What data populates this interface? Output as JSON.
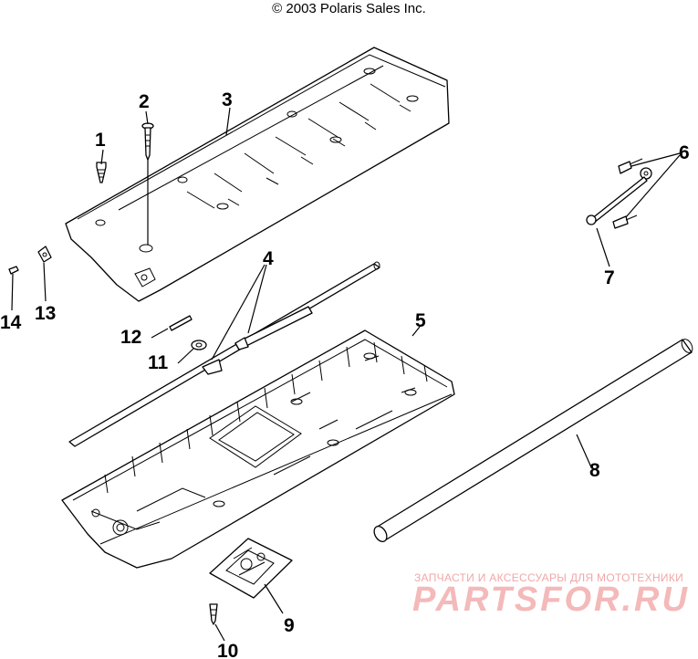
{
  "copyright": "© 2003 Polaris Sales Inc.",
  "callouts": [
    "1",
    "2",
    "3",
    "4",
    "5",
    "6",
    "7",
    "8",
    "9",
    "10",
    "11",
    "12",
    "13",
    "14"
  ],
  "watermark": {
    "subtitle": "ЗАПЧАСТИ И АКСЕССУАРЫ ДЛЯ МОТОТЕХНИКИ",
    "logo": "PARTSFOR.RU"
  },
  "colors": {
    "line": "#000000",
    "background": "#ffffff",
    "watermark": "#f0a7a7"
  }
}
